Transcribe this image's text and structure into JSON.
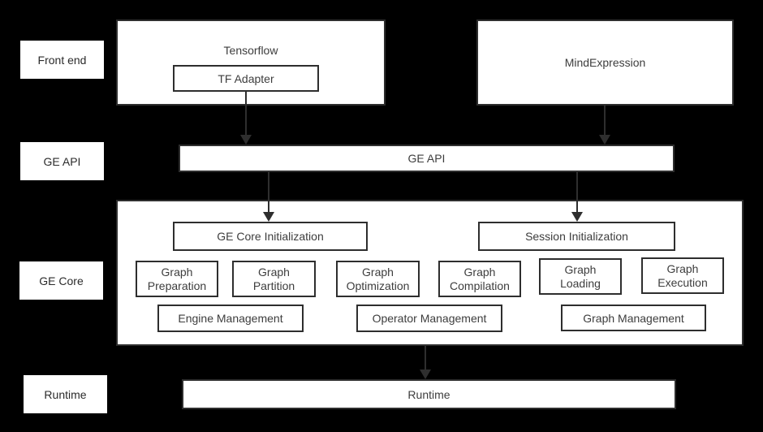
{
  "colors": {
    "background": "#000000",
    "box_fill": "#ffffff",
    "border": "#2e2e2e",
    "box_text": "#3d3d3d",
    "tier_label_text": "#2b2b2b"
  },
  "tier_labels": {
    "front_end": "Front end",
    "ge_api": "GE API",
    "ge_core": "GE Core",
    "runtime": "Runtime"
  },
  "front_end_row": {
    "tensorflow_label": "Tensorflow",
    "tf_adapter_label": "TF Adapter",
    "mindexpression_label": "MindExpression"
  },
  "ge_api_bar": {
    "label": "GE API"
  },
  "ge_core_box": {
    "init_label": "GE Core Initialization",
    "session_label": "Session Initialization",
    "modules": [
      {
        "line1": "Graph",
        "line2": "Preparation"
      },
      {
        "line1": "Graph",
        "line2": "Partition"
      },
      {
        "line1": "Graph",
        "line2": "Optimization"
      },
      {
        "line1": "Graph",
        "line2": "Compilation"
      },
      {
        "line1": "Graph",
        "line2": "Loading"
      },
      {
        "line1": "Graph",
        "line2": "Execution"
      }
    ],
    "managers": [
      "Engine Management",
      "Operator Management",
      "Graph Management"
    ]
  },
  "runtime_bar": {
    "label": "Runtime"
  }
}
